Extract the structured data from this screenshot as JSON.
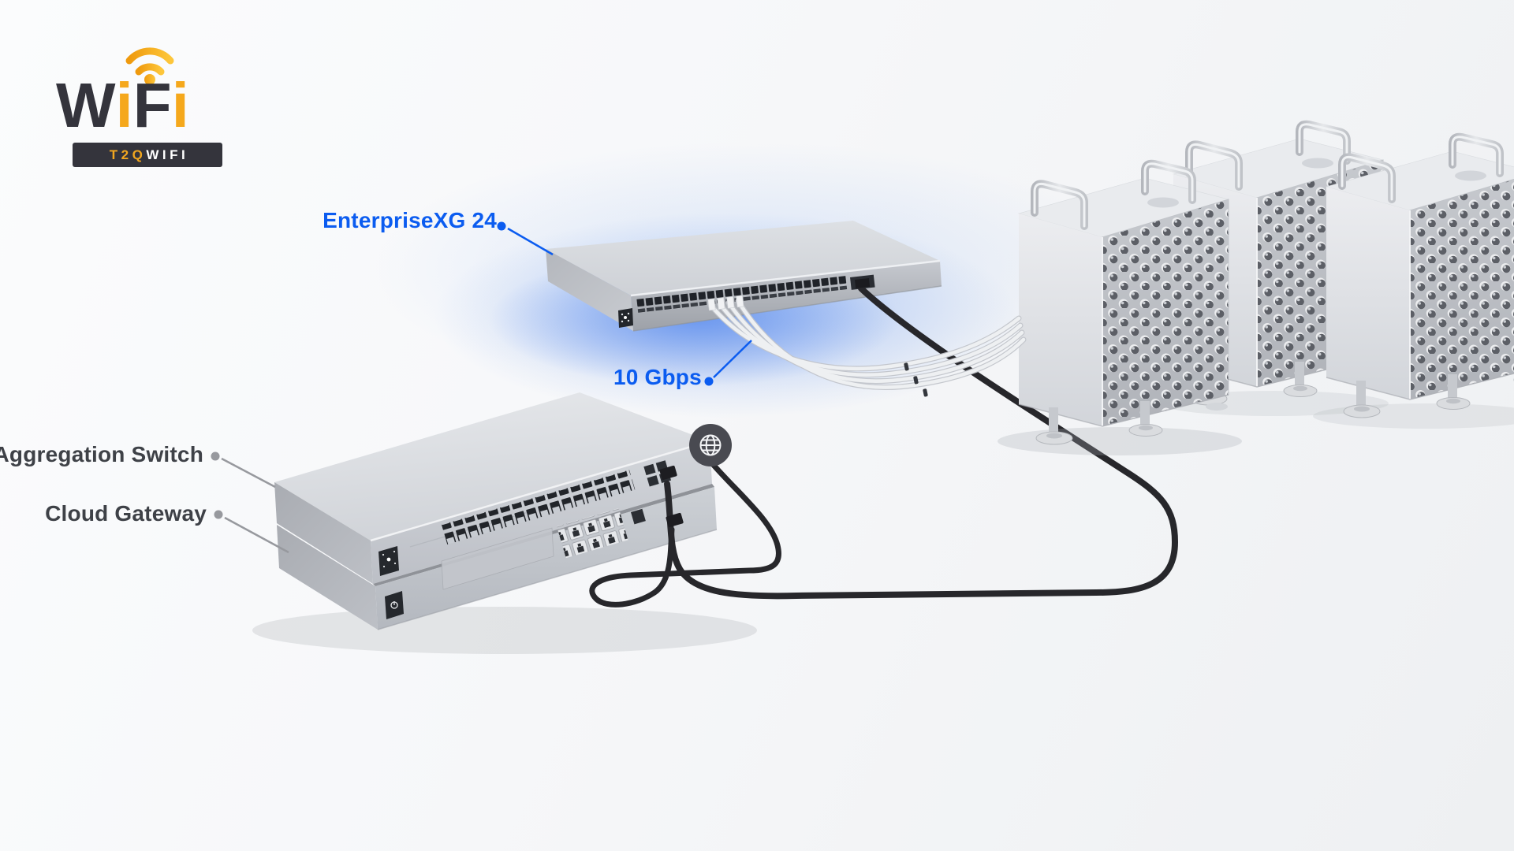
{
  "scene": {
    "description": "Network topology diagram: EnterpriseXG 24 switch linked at 10 Gbps to three workstations, an aggregation switch and a cloud gateway with internet uplink"
  },
  "logo": {
    "word": "WiFi",
    "letters": [
      {
        "char": "W",
        "tone": "dark"
      },
      {
        "char": "i",
        "tone": "yellow"
      },
      {
        "char": "F",
        "tone": "dark"
      },
      {
        "char": "i",
        "tone": "yellow"
      }
    ],
    "badge": {
      "prefix": "T2Q",
      "suffix": "WIFI"
    }
  },
  "callouts": {
    "switch": {
      "text": "EnterpriseXG 24",
      "color": "#0b5cf0"
    },
    "speed": {
      "text": "10 Gbps",
      "color": "#0b5cf0"
    },
    "aggregation": {
      "text": "Aggregation Switch",
      "color": "#3e4147"
    },
    "gateway": {
      "text": "Cloud Gateway",
      "color": "#3e4147"
    }
  },
  "devices": {
    "enterprise_switch": {
      "label": "EnterpriseXG 24",
      "rj45_ports": 24,
      "uplink_speed": "10 Gbps"
    },
    "aggregation_switch": {
      "label": "Aggregation Switch",
      "sfp_slots": 16
    },
    "cloud_gateway": {
      "label": "Cloud Gateway",
      "rj45_ports": 8
    },
    "workstations": {
      "count": 3
    }
  },
  "icons": {
    "globe": "internet-globe-icon",
    "wifi": "wifi-signal-icon"
  },
  "palette": {
    "accent_blue": "#0b5cf0",
    "glow_blue": "#467deb",
    "label_dark": "#3e4147",
    "leader_gray": "#9a9da2",
    "cable_black": "#27272b",
    "cable_white": "#eef0f2",
    "metal_light": "#e6e8eb",
    "metal_mid": "#c7cacf",
    "metal_dark": "#a9acb2",
    "logo_dark": "#34343c",
    "logo_yellow": "#f5a81c",
    "badge_prefix_color": "#f2a71f",
    "badge_suffix_color": "#ffffff",
    "globe_bg": "#494a51",
    "background": "#f5f6f8"
  }
}
